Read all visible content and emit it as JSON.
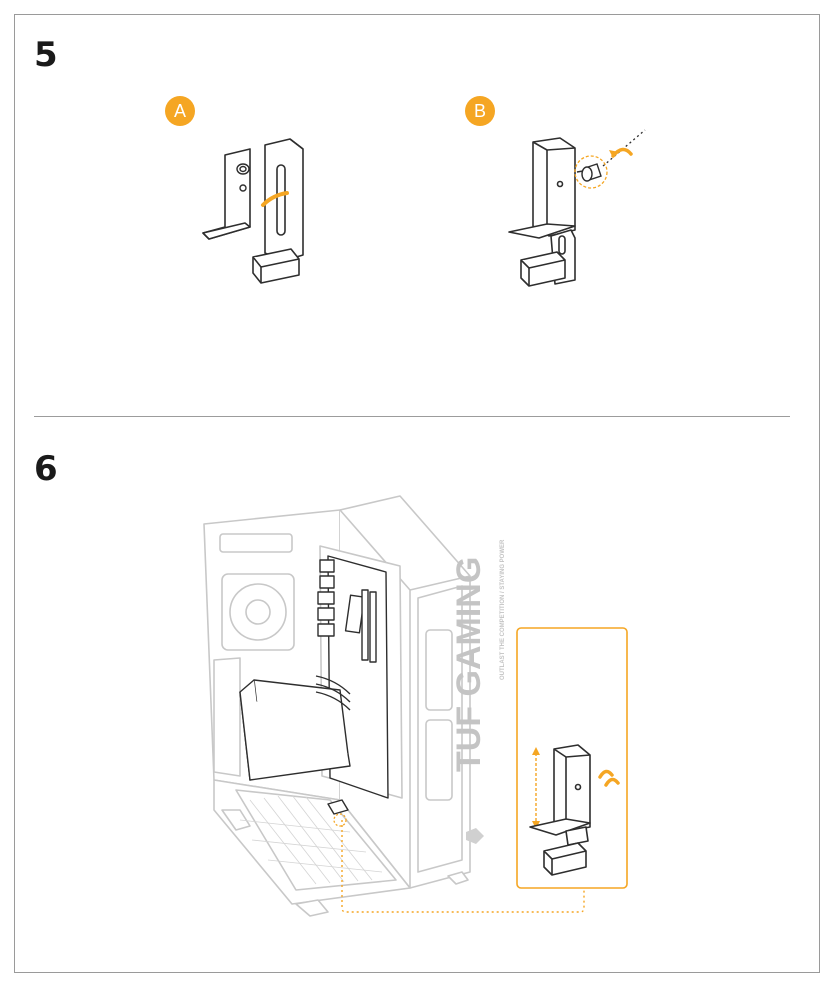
{
  "steps": [
    {
      "number": "5"
    },
    {
      "number": "6"
    }
  ],
  "step5": {
    "option_a_label": "A",
    "option_b_label": "B"
  },
  "step6": {
    "case_brand_logo": "TUF GAMING",
    "case_tagline": "OUTLAST THE COMPETITION / STAYING POWER"
  },
  "colors": {
    "accent": "#f5a623",
    "line": "#3a3a3a",
    "case_gray": "#c8c8c8"
  }
}
